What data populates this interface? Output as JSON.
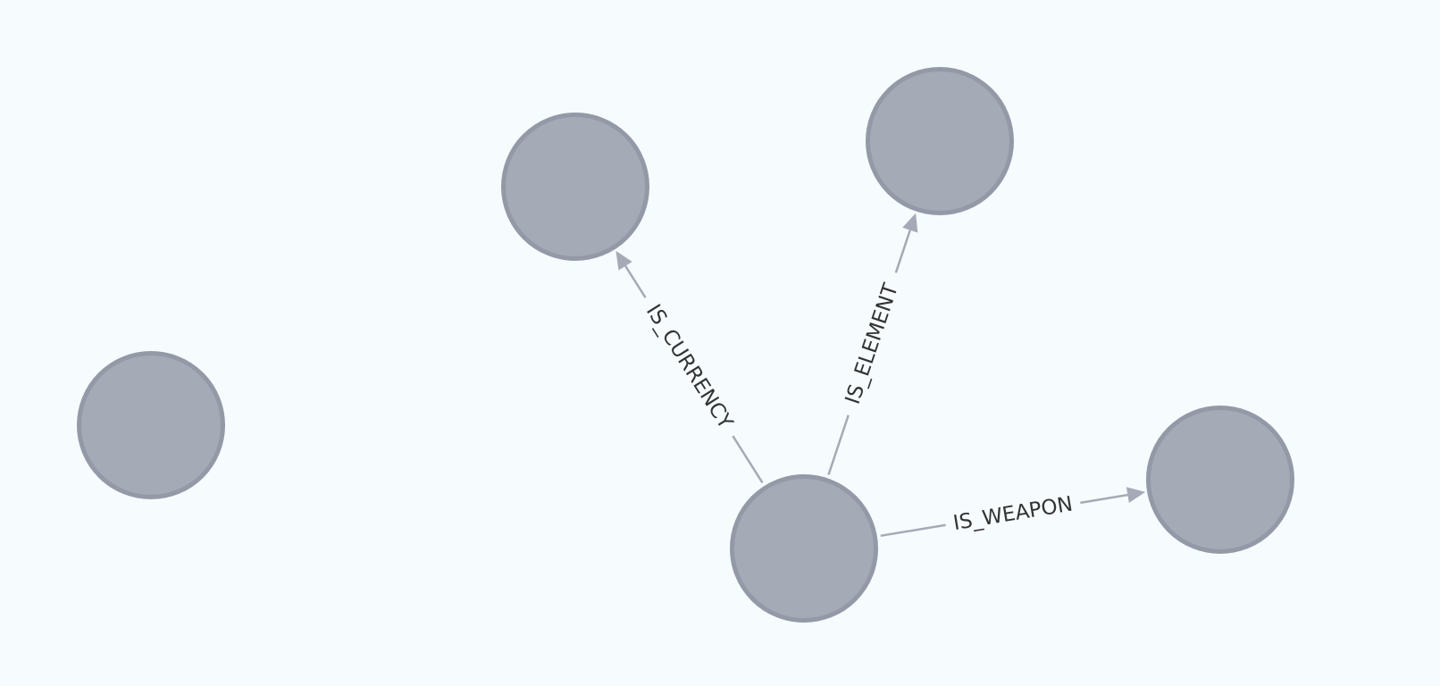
{
  "graph": {
    "colors": {
      "canvas_background": "#f6fbfe",
      "node_fill": "#a4aab6",
      "node_stroke": "#9399a6",
      "edge_stroke": "#a5aab6",
      "label_text": "#333333"
    },
    "nodes": [
      {
        "id": "node-left"
      },
      {
        "id": "node-top-middle"
      },
      {
        "id": "node-top-right"
      },
      {
        "id": "node-center-bottom"
      },
      {
        "id": "node-right"
      }
    ],
    "edges": [
      {
        "id": "edge-is-currency",
        "source": "node-center-bottom",
        "target": "node-top-middle",
        "label": "IS_CURRENCY"
      },
      {
        "id": "edge-is-element",
        "source": "node-center-bottom",
        "target": "node-top-right",
        "label": "IS_ELEMENT"
      },
      {
        "id": "edge-is-weapon",
        "source": "node-center-bottom",
        "target": "node-right",
        "label": "IS_WEAPON"
      }
    ]
  }
}
